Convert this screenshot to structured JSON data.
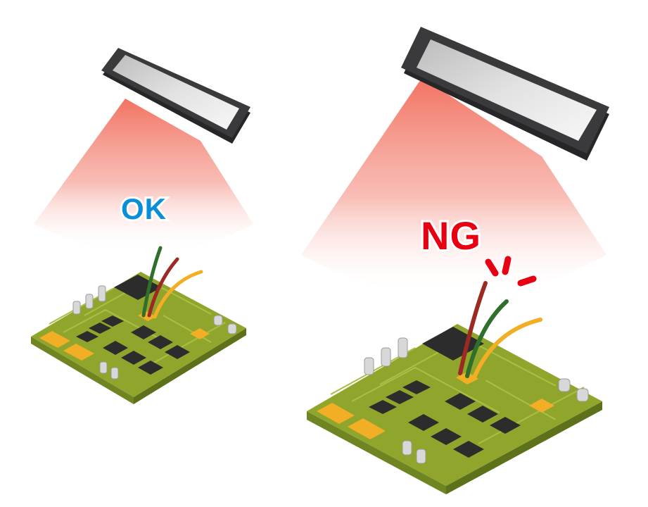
{
  "scenes": [
    {
      "id": "ok",
      "label": "OK",
      "label_color": "#0a8fd6",
      "result": "pass"
    },
    {
      "id": "ng",
      "label": "NG",
      "label_color": "#e60012",
      "result": "fail"
    }
  ],
  "colors": {
    "scanner_body": "#3a3a3c",
    "scanner_body_dark": "#262628",
    "scanner_glass_light": "#f4f4f4",
    "scanner_glass_dark": "#b5b5b5",
    "beam": "#ef5a45",
    "board_top": "#8fa52c",
    "board_edge_left": "#6f8522",
    "board_edge_right": "#5d711b",
    "trace": "#a9bf45",
    "chip": "#2c2c2c",
    "pad": "#f2ae24",
    "capacitor": "#d8d8d8",
    "wire_red": "#9b2a22",
    "wire_green": "#2f6e2b",
    "wire_yellow": "#f2ae24",
    "spark": "#e60012"
  },
  "icons": [
    "scanner-icon",
    "laser-beam-icon",
    "circuit-board-icon",
    "spark-icon"
  ]
}
